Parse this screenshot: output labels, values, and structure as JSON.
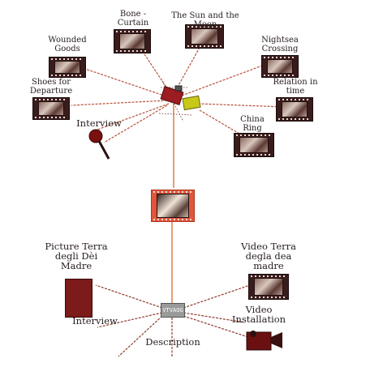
{
  "diagram": {
    "labels": {
      "bone_curtain": "Bone -\nCurtain",
      "sun_moon": "The Sun and the\nMoon",
      "wounded_goods": "Wounded\nGoods",
      "nightsea_crossing": "Nightsea\nCrossing",
      "shoes_departure": "Shoes for\nDeparture",
      "relation_in_time": "Relation in\ntime",
      "interview_top": "Interview",
      "china_ring": "China\nRing",
      "picture_terra": "Picture Terra\ndegli Dèi\nMadre",
      "video_terra": "Video Terra\ndegla dea\nmadre",
      "interview_bottom": "Interview",
      "video_installation": "Video\nInstallation",
      "description": "Description"
    },
    "hub_box_text": "VTVAOG",
    "colors": {
      "line": "#c85a3c",
      "dark_line": "#5a2a2a",
      "film_dark": "#3a1c1c",
      "film_red": "#e1553b",
      "hub_red": "#9c1c22",
      "hub_yellow": "#c8c818",
      "picture_red": "#7d1a1a",
      "hub_grey": "#9a9a9a"
    },
    "icons": {
      "top_hub": "folder-cluster-icon",
      "microphone": "microphone-icon",
      "camera": "video-camera-icon",
      "picture": "painting-icon",
      "film": "film-strip-icon"
    }
  }
}
